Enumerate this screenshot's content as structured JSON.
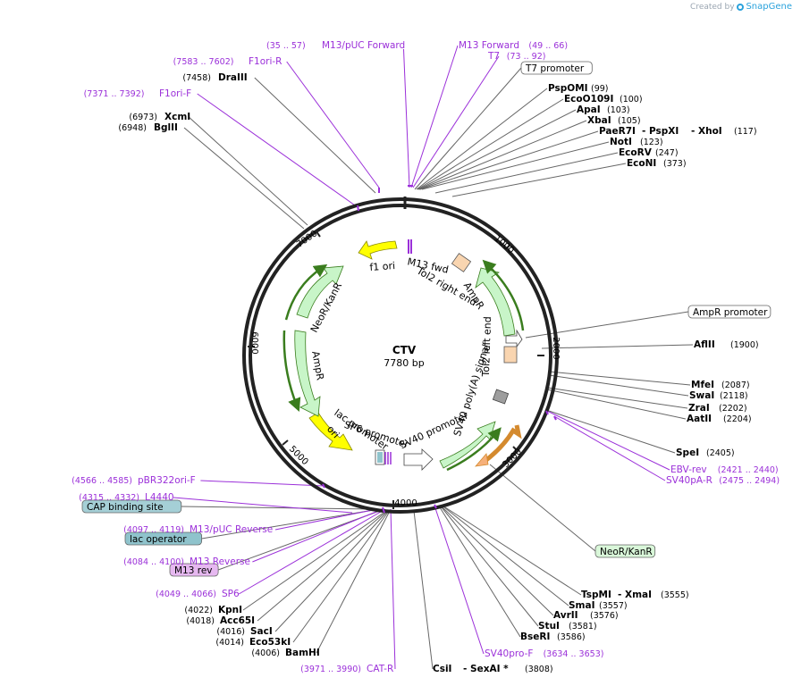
{
  "credit": {
    "text": "Created by",
    "brand": "SnapGene"
  },
  "plasmid": {
    "name": "CTV",
    "size": "7780 bp"
  },
  "colors": {
    "primer": "#9b30d9",
    "enzyme": "#000000",
    "feature_green": "#c8f5c8",
    "feature_yellow": "#ffff00",
    "promoter_fill": "#ffffff",
    "lac_operator": "#8fc3cc",
    "m13rev": "#e6b8f0",
    "cap_box": "#a5cfd6",
    "neo_box": "#d9f7d9",
    "orange": "#f6b07a",
    "peach": "#f9d5b0",
    "grey_box": "#9e9e9e"
  },
  "ticks": [
    "1000",
    "2000",
    "3000",
    "4000",
    "5000",
    "6000",
    "7000"
  ],
  "features": [
    {
      "name": "f1 ori"
    },
    {
      "name": "M13 fwd"
    },
    {
      "name": "Tol2 right end"
    },
    {
      "name": "AmpR"
    },
    {
      "name": "Tol2 left end"
    },
    {
      "name": "SV40 poly(A) signal"
    },
    {
      "name": "SV40 promoter"
    },
    {
      "name": "SP6 promoter"
    },
    {
      "name": "lac promoter"
    },
    {
      "name": "ori"
    },
    {
      "name": "AmpR"
    },
    {
      "name": "NeoR/KanR"
    }
  ],
  "labels": [
    {
      "id": "m13puc-fwd",
      "pos": "(35 .. 57)",
      "name": "M13/pUC Forward",
      "type": "primer"
    },
    {
      "id": "f1ori-r",
      "pos": "(7583 .. 7602)",
      "name": "F1ori-R",
      "type": "primer"
    },
    {
      "id": "draiii",
      "pos": "(7458)",
      "name": "DraIII",
      "type": "enzyme"
    },
    {
      "id": "f1ori-f",
      "pos": "(7371 .. 7392)",
      "name": "F1ori-F",
      "type": "primer"
    },
    {
      "id": "xcmi",
      "pos": "(6973)",
      "name": "XcmI",
      "type": "enzyme"
    },
    {
      "id": "bglii",
      "pos": "(6948)",
      "name": "BglII",
      "type": "enzyme"
    },
    {
      "id": "m13-forward",
      "pos": "(49 .. 66)",
      "name": "M13 Forward",
      "type": "primer"
    },
    {
      "id": "t7",
      "pos": "(73 .. 92)",
      "name": "T7",
      "type": "primer"
    },
    {
      "id": "t7-promoter",
      "pos": "",
      "name": "T7 promoter",
      "type": "box"
    },
    {
      "id": "pspomi",
      "pos": "(99)",
      "name": "PspOMI",
      "type": "enzyme"
    },
    {
      "id": "ecoo109i",
      "pos": "(100)",
      "name": "EcoO109I",
      "type": "enzyme"
    },
    {
      "id": "apai",
      "pos": "(103)",
      "name": "ApaI",
      "type": "enzyme"
    },
    {
      "id": "xbai",
      "pos": "(105)",
      "name": "XbaI",
      "type": "enzyme"
    },
    {
      "id": "paer7i",
      "pos": "(117)",
      "name": "PaeR7I",
      "name2": "- PspXI",
      "name3": "- XhoI",
      "type": "enzyme3"
    },
    {
      "id": "noti",
      "pos": "(123)",
      "name": "NotI",
      "type": "enzyme"
    },
    {
      "id": "ecorv",
      "pos": "(247)",
      "name": "EcoRV",
      "type": "enzyme"
    },
    {
      "id": "econi",
      "pos": "(373)",
      "name": "EcoNI",
      "type": "enzyme"
    },
    {
      "id": "ampr-promoter",
      "pos": "",
      "name": "AmpR promoter",
      "type": "box"
    },
    {
      "id": "aflii",
      "pos": "(1900)",
      "name": "AflII",
      "type": "enzyme"
    },
    {
      "id": "mfei",
      "pos": "(2087)",
      "name": "MfeI",
      "type": "enzyme"
    },
    {
      "id": "swai",
      "pos": "(2118)",
      "name": "SwaI",
      "type": "enzyme"
    },
    {
      "id": "zrai",
      "pos": "(2202)",
      "name": "ZraI",
      "type": "enzyme"
    },
    {
      "id": "aatii",
      "pos": "(2204)",
      "name": "AatII",
      "type": "enzyme"
    },
    {
      "id": "spei",
      "pos": "(2405)",
      "name": "SpeI",
      "type": "enzyme"
    },
    {
      "id": "ebv-rev",
      "pos": "(2421 .. 2440)",
      "name": "EBV-rev",
      "type": "primer"
    },
    {
      "id": "sv40pa-r",
      "pos": "(2475 .. 2494)",
      "name": "SV40pA-R",
      "type": "primer"
    },
    {
      "id": "neokan-box",
      "pos": "",
      "name": "NeoR/KanR",
      "type": "box"
    },
    {
      "id": "tspmi",
      "pos": "(3555)",
      "name": "TspMI",
      "name2": "- XmaI",
      "type": "enzyme2"
    },
    {
      "id": "smai",
      "pos": "(3557)",
      "name": "SmaI",
      "type": "enzyme"
    },
    {
      "id": "avrii",
      "pos": "(3576)",
      "name": "AvrII",
      "type": "enzyme"
    },
    {
      "id": "stui",
      "pos": "(3581)",
      "name": "StuI",
      "type": "enzyme"
    },
    {
      "id": "bseri",
      "pos": "(3586)",
      "name": "BseRI",
      "type": "enzyme"
    },
    {
      "id": "sv40pro-f",
      "pos": "(3634 .. 3653)",
      "name": "SV40pro-F",
      "type": "primer"
    },
    {
      "id": "csii",
      "pos": "(3808)",
      "name": "CsiI",
      "name2": "- SexAI *",
      "type": "enzyme2"
    },
    {
      "id": "cat-r",
      "pos": "(3971 .. 3990)",
      "name": "CAT-R",
      "type": "primer"
    },
    {
      "id": "bamhi",
      "pos": "(4006)",
      "name": "BamHI",
      "type": "enzyme"
    },
    {
      "id": "eco53ki",
      "pos": "(4014)",
      "name": "Eco53kI",
      "type": "enzyme"
    },
    {
      "id": "saci",
      "pos": "(4016)",
      "name": "SacI",
      "type": "enzyme"
    },
    {
      "id": "acc65i",
      "pos": "(4018)",
      "name": "Acc65I",
      "type": "enzyme"
    },
    {
      "id": "kpni",
      "pos": "(4022)",
      "name": "KpnI",
      "type": "enzyme"
    },
    {
      "id": "sp6",
      "pos": "(4049 .. 4066)",
      "name": "SP6",
      "type": "primer"
    },
    {
      "id": "m13-rev",
      "pos": "",
      "name": "M13 rev",
      "type": "box"
    },
    {
      "id": "m13-reverse",
      "pos": "(4084 .. 4100)",
      "name": "M13 Reverse",
      "type": "primer"
    },
    {
      "id": "lac-operator",
      "pos": "",
      "name": "lac operator",
      "type": "box"
    },
    {
      "id": "m13puc-rev",
      "pos": "(4097 .. 4119)",
      "name": "M13/pUC Reverse",
      "type": "primer"
    },
    {
      "id": "cap-site",
      "pos": "",
      "name": "CAP binding site",
      "type": "box"
    },
    {
      "id": "l4440",
      "pos": "(4315 .. 4332)",
      "name": "L4440",
      "type": "primer"
    },
    {
      "id": "pbr322ori-f",
      "pos": "(4566 .. 4585)",
      "name": "pBR322ori-F",
      "type": "primer"
    }
  ]
}
